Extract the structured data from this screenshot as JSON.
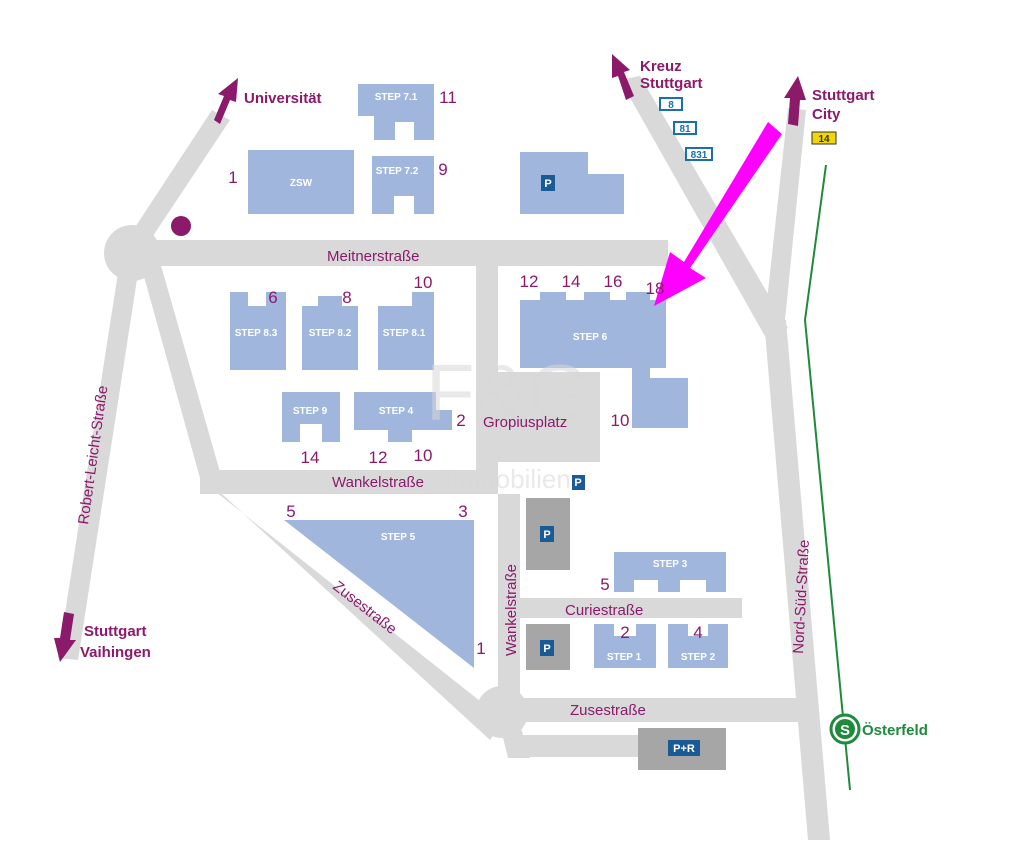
{
  "destinations": {
    "universitaet": "Universität",
    "kreuz_line1": "Kreuz",
    "kreuz_line2": "Stuttgart",
    "city_line1": "Stuttgart",
    "city_line2": "City",
    "vaihingen_line1": "Stuttgart",
    "vaihingen_line2": "Vaihingen"
  },
  "streets": {
    "meitner": "Meitnerstraße",
    "wankel_horizontal": "Wankelstraße",
    "wankel_vertical": "Wankelstraße",
    "robert_leicht": "Robert-Leicht-Straße",
    "zuse_diagonal": "Zusestraße",
    "zuse_bottom": "Zusestraße",
    "curie": "Curiestraße",
    "nord_sued": "Nord-Süd-Straße",
    "gropiusplatz": "Gropiusplatz"
  },
  "buildings": {
    "step71": "STEP 7.1",
    "step72": "STEP 7.2",
    "zsw": "ZSW",
    "step83": "STEP 8.3",
    "step82": "STEP 8.2",
    "step81": "STEP 8.1",
    "step9": "STEP 9",
    "step4": "STEP 4",
    "step6": "STEP 6",
    "step5": "STEP 5",
    "step3": "STEP 3",
    "step1": "STEP 1",
    "step2": "STEP 2"
  },
  "numbers": {
    "n11": "11",
    "n1_zsw": "1",
    "n9": "9",
    "n6": "6",
    "n8": "8",
    "n10_top": "10",
    "n12_top": "12",
    "n14_top": "14",
    "n16": "16",
    "n18": "18",
    "n2_gropius": "2",
    "n10_step6": "10",
    "n14_step9": "14",
    "n12_step4": "12",
    "n10_step4": "10",
    "n5_step5": "5",
    "n3": "3",
    "n1_step5": "1",
    "n5_step3": "5",
    "n2_step1": "2",
    "n4": "4"
  },
  "parking": {
    "p_label": "P",
    "pr_label": "P+R"
  },
  "transit": {
    "bus8": "8",
    "bus81": "81",
    "bus831": "831",
    "tram14": "14",
    "sbahn_symbol": "S",
    "sbahn_station": "Österfeld"
  },
  "watermark": {
    "logo": "F&G",
    "text": "Immobilien"
  },
  "colors": {
    "road": "#d9d9d9",
    "building": "#a0b6dc",
    "label_magenta": "#8b1a6b",
    "arrow_highlight": "#ff00ff",
    "parking_gray": "#a6a6a6",
    "parking_blue": "#1a5a96",
    "sbahn_green": "#1e8a3c",
    "tram_yellow": "#f2d600"
  }
}
